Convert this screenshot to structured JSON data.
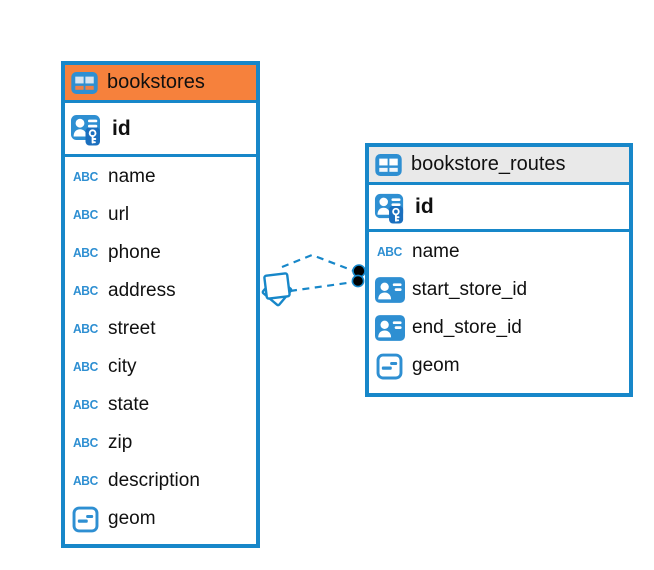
{
  "tables": [
    {
      "name": "bookstores",
      "header_color": "#F6813C",
      "highlighted": true,
      "primary_key": {
        "name": "id"
      },
      "columns": [
        {
          "name": "name",
          "type": "text"
        },
        {
          "name": "url",
          "type": "text"
        },
        {
          "name": "phone",
          "type": "text"
        },
        {
          "name": "address",
          "type": "text"
        },
        {
          "name": "street",
          "type": "text"
        },
        {
          "name": "city",
          "type": "text"
        },
        {
          "name": "state",
          "type": "text"
        },
        {
          "name": "zip",
          "type": "text"
        },
        {
          "name": "description",
          "type": "text"
        },
        {
          "name": "geom",
          "type": "geometry"
        }
      ]
    },
    {
      "name": "bookstore_routes",
      "header_color": "#E9E9E9",
      "highlighted": false,
      "primary_key": {
        "name": "id"
      },
      "columns": [
        {
          "name": "name",
          "type": "text"
        },
        {
          "name": "start_store_id",
          "type": "reference"
        },
        {
          "name": "end_store_id",
          "type": "reference"
        },
        {
          "name": "geom",
          "type": "geometry"
        }
      ]
    }
  ],
  "relationships": [
    {
      "from_table": "bookstores",
      "to_table": "bookstore_routes",
      "line_style": "dashed",
      "from_marker": "overlapping-squares",
      "to_marker": "black-dot"
    },
    {
      "from_table": "bookstores",
      "to_table": "bookstore_routes",
      "line_style": "dashed",
      "from_marker": "overlapping-squares",
      "to_marker": "black-dot"
    }
  ],
  "icons": {
    "text_type_label": "ABC"
  },
  "colors": {
    "accent_blue": "#1787C9",
    "icon_blue": "#2E8FD2",
    "key_badge_blue": "#1B6FBE",
    "selected_header_orange": "#F6813C",
    "header_gray": "#E9E9E9",
    "connector_dot_black": "#000000"
  }
}
